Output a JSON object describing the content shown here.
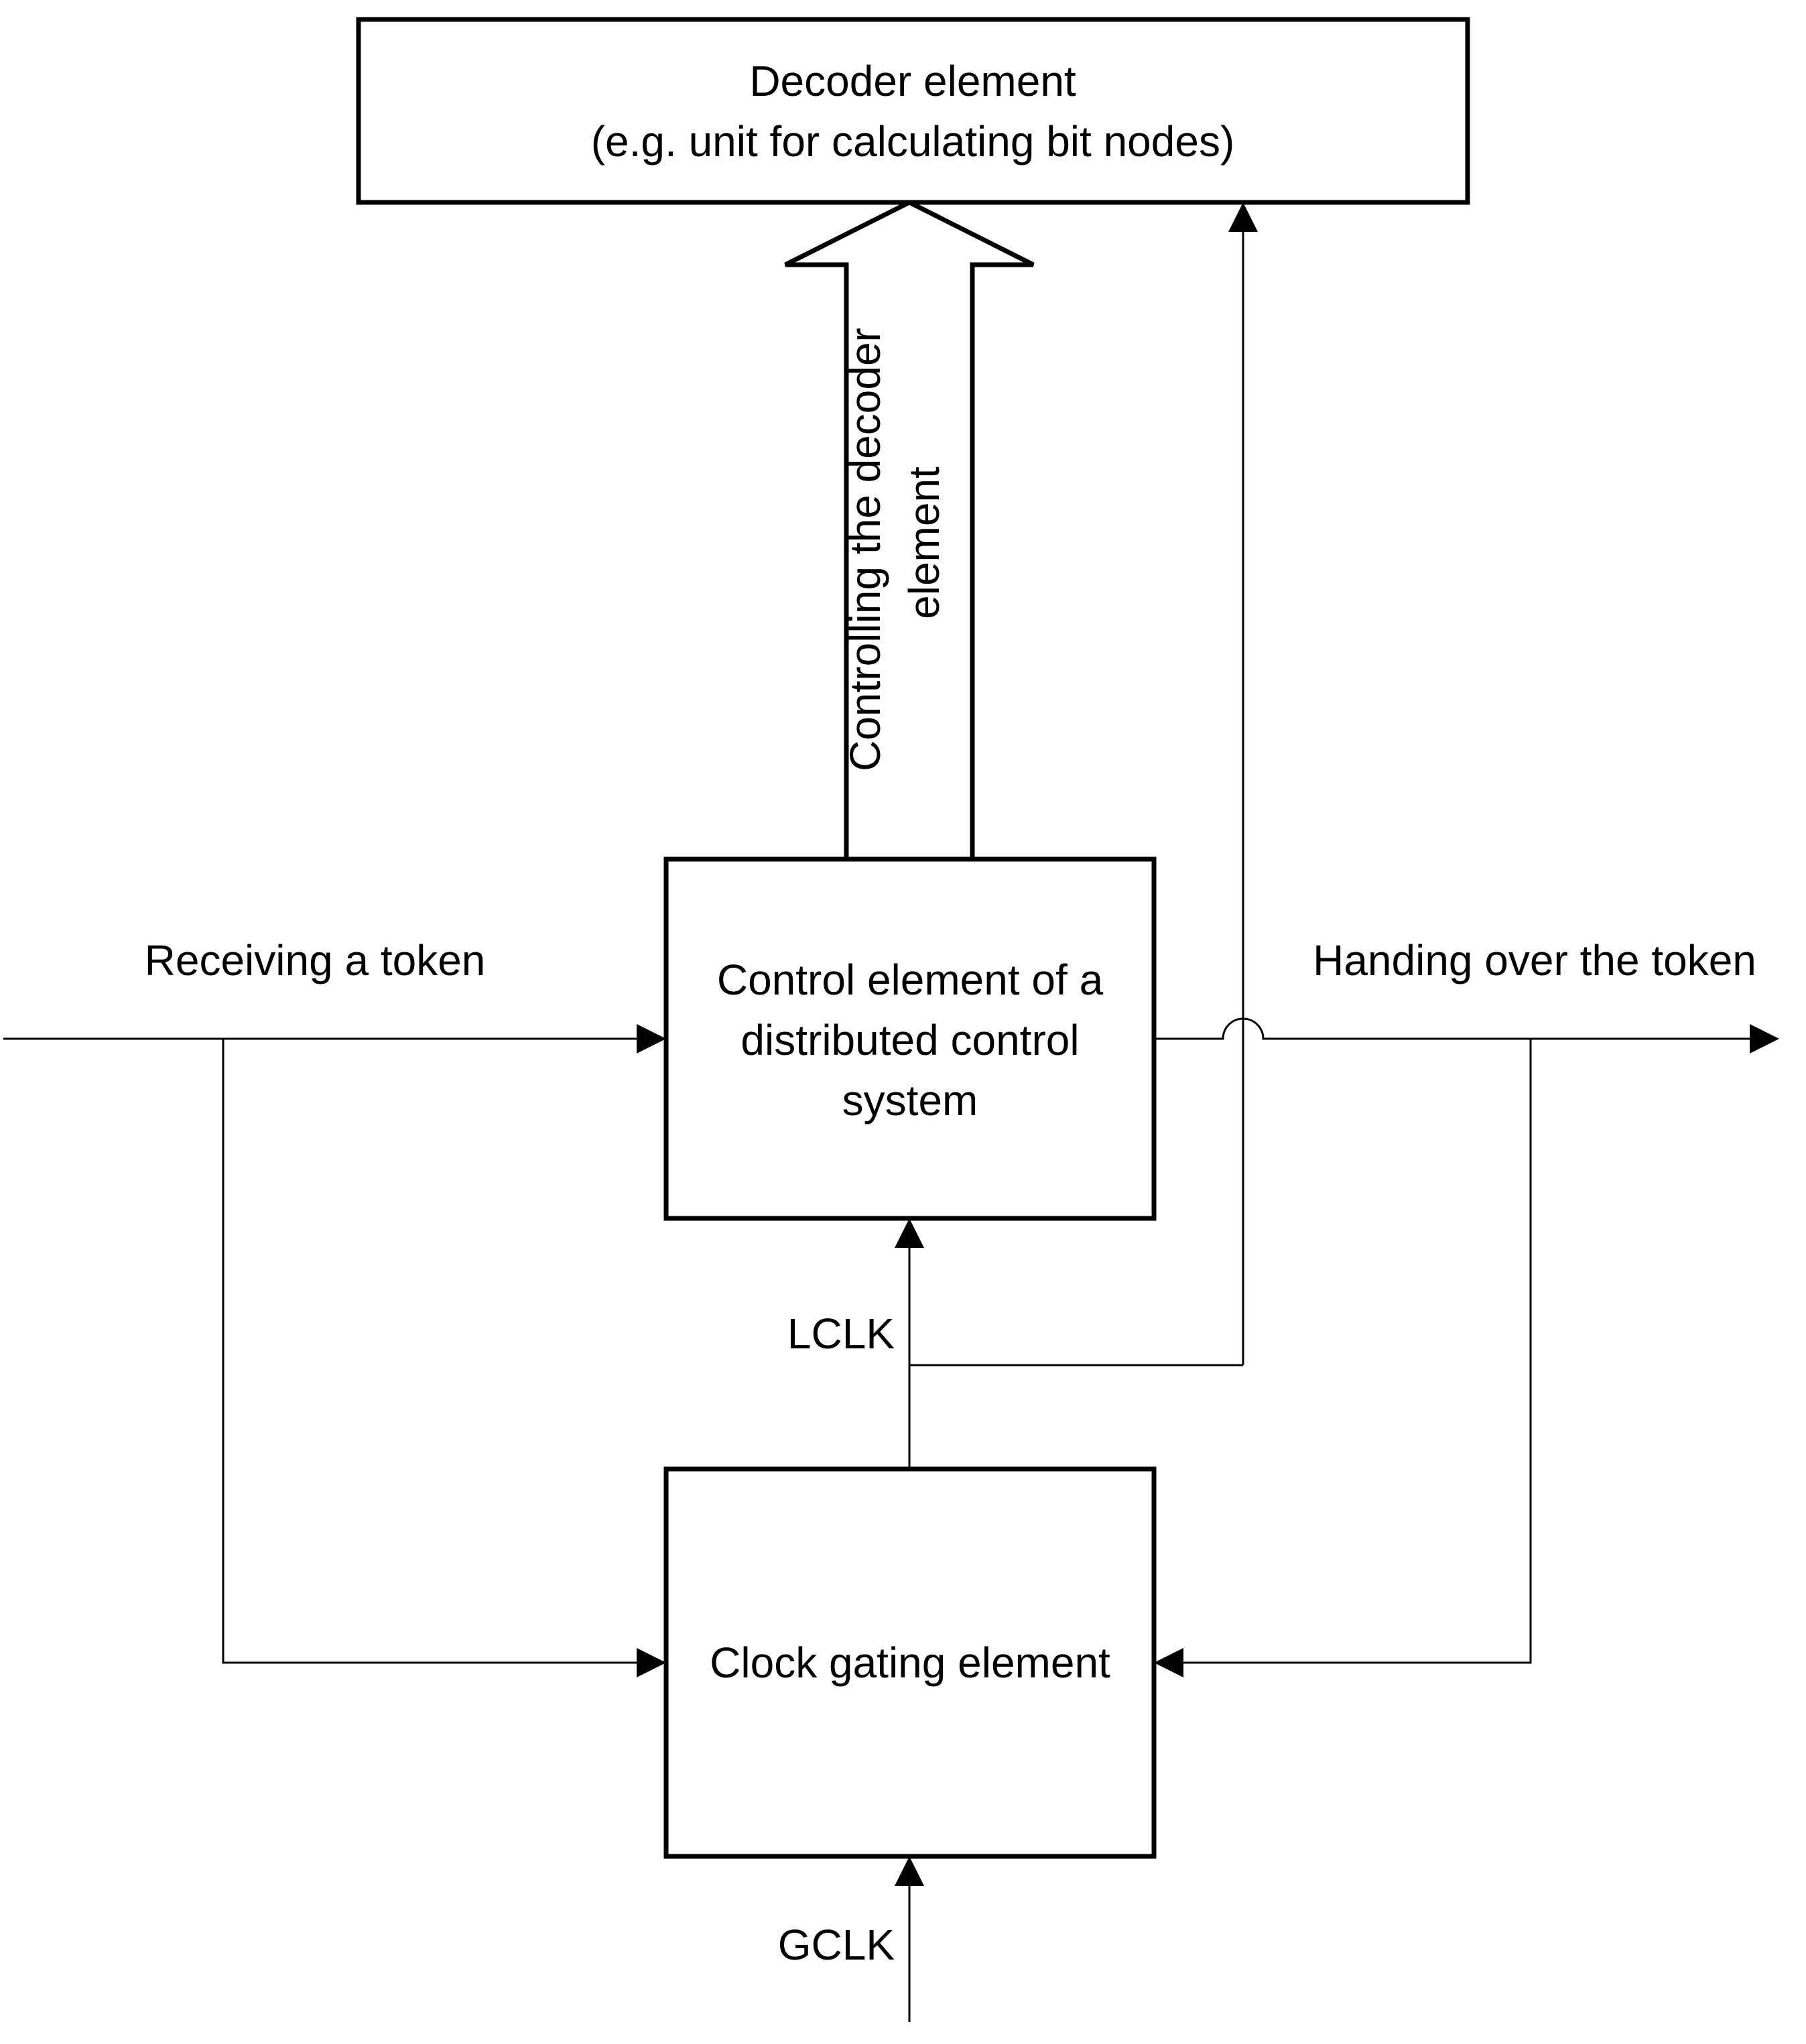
{
  "colors": {
    "background": "#ffffff",
    "line": "#000000",
    "text": "#000000"
  },
  "boxes": {
    "decoder": {
      "line1": "Decoder element",
      "line2": "(e.g. unit for calculating bit nodes)"
    },
    "control": {
      "line1": "Control element of a",
      "line2": "distributed control",
      "line3": "system"
    },
    "clock_gating": {
      "label": "Clock gating element"
    }
  },
  "labels": {
    "big_arrow_line1": "Controlling the decoder",
    "big_arrow_line2": "element",
    "receiving": "Receiving a token",
    "handing": "Handing over the token",
    "lclk": "LCLK",
    "gclk": "GCLK"
  }
}
